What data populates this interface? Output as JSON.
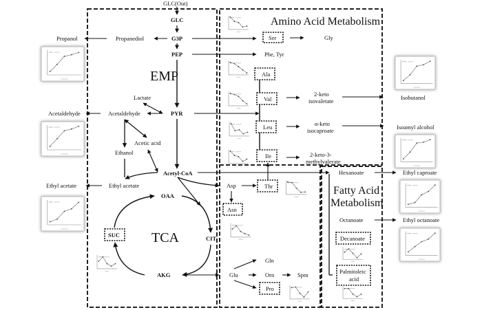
{
  "colors": {
    "ink": "#111111",
    "panel_border": "#222222",
    "mini_plot": "#888888",
    "shadow": "#bbbbbb",
    "background": "#ffffff"
  },
  "regions": {
    "emp": {
      "title": "EMP"
    },
    "tca": {
      "title": "TCA"
    },
    "amino": {
      "title": "Amino Acid Metabolism"
    },
    "fatty": {
      "title_line1": "Fatty Acid",
      "title_line2": "Metabolism"
    }
  },
  "nodes": {
    "glc_out": "GLC(Out)",
    "glc": "GLC",
    "g3p": "G3P",
    "pep": "PEP",
    "pyr": "PYR",
    "acetyl_coa": "Acetyl-CoA",
    "propanediol": "Propanediol",
    "propanol_out": "Propanol",
    "lactate": "Lactate",
    "acetaldehyde": "Acetaldehyde",
    "acetaldehyde_out": "Acetaldehyde",
    "acetic_acid": "Acetic acid",
    "ethanol": "Ethanol",
    "ethyl_acetate": "Ethyl acetate",
    "ethyl_acetate_out": "Ethyl acetate",
    "oaa": "OAA",
    "cit": "CIT",
    "akg": "AKG",
    "suc": "SUC",
    "ser": "Ser",
    "gly": "Gly",
    "phe_tyr": "Phe, Tyr",
    "ala": "Ala",
    "val": "Val",
    "leu": "Leu",
    "ile": "Ile",
    "keto_isoval_1": "2-keto",
    "keto_isoval_2": "isovaletate",
    "keto_isocap_1": "α-keto",
    "keto_isocap_2": "isocaproate",
    "keto_methyl_1": "2-keto-3-",
    "keto_methyl_2": "methylvalerate",
    "isobutanol": "Isobutanol",
    "isoamyl_alcohol": "Isoamyl alcohol",
    "asp": "Asp",
    "asn": "Asn",
    "thr": "Thr",
    "glu": "Glu",
    "gln": "Gln",
    "orn": "Orn",
    "spm": "Spm",
    "pro": "Pro",
    "hexanoate": "Hexanoate",
    "octanoate": "Octanoate",
    "decanoate": "Decanoate",
    "palmitoleic_1": "Palmitoleic",
    "palmitoleic_2": "acid",
    "ethyl_caproate": "Ethyl caproate",
    "ethyl_octanoate": "Ethyl octanoate"
  },
  "chart_data": [
    {
      "id": "propanol",
      "type": "line",
      "legend": "Propanol",
      "trend": "increasing",
      "values": [
        0.1,
        0.42,
        0.78,
        0.85,
        0.95
      ],
      "framed": true
    },
    {
      "id": "acetaldehyde",
      "type": "line",
      "legend": "Acetaldehyde",
      "trend": "increasing",
      "values": [
        0.1,
        0.45,
        0.8,
        0.88,
        1.0
      ],
      "framed": true
    },
    {
      "id": "ethyl_acetate",
      "type": "line",
      "legend": "Ethyl acetate",
      "trend": "increasing",
      "values": [
        0.08,
        0.2,
        0.55,
        0.66,
        0.95
      ],
      "framed": true
    },
    {
      "id": "isobutanol",
      "type": "line",
      "legend": "Isobutanol",
      "trend": "increasing",
      "values": [
        0.08,
        0.35,
        0.75,
        0.82,
        0.98
      ],
      "framed": true
    },
    {
      "id": "isoamyl_alcohol",
      "type": "line",
      "legend": "Isoamyl alcohol",
      "trend": "increasing",
      "values": [
        0.08,
        0.4,
        0.82,
        0.86,
        0.98
      ],
      "framed": true
    },
    {
      "id": "ethyl_caproate",
      "type": "line",
      "legend": "Ethyl caproate",
      "trend": "increasing",
      "values": [
        0.08,
        0.16,
        0.52,
        0.68,
        0.98
      ],
      "framed": true
    },
    {
      "id": "ethyl_octanoate",
      "type": "line",
      "legend": "Ethyl octanoate",
      "trend": "increasing",
      "values": [
        0.1,
        0.35,
        0.58,
        0.7,
        0.98
      ],
      "framed": true
    },
    {
      "id": "ser",
      "type": "line",
      "legend": "Ser",
      "trend": "decreasing",
      "values": [
        0.95,
        0.6,
        0.5,
        0.15,
        0.22
      ],
      "framed": false
    },
    {
      "id": "ala",
      "type": "line",
      "legend": "Ala",
      "trend": "decreasing",
      "values": [
        0.95,
        0.85,
        0.6,
        0.35,
        0.1
      ],
      "framed": false
    },
    {
      "id": "val",
      "type": "line",
      "legend": "Val",
      "trend": "decreasing",
      "values": [
        0.95,
        0.85,
        0.7,
        0.35,
        0.1
      ],
      "framed": false
    },
    {
      "id": "leu",
      "type": "line",
      "legend": "Leu",
      "trend": "decreasing",
      "values": [
        0.95,
        0.38,
        0.45,
        0.12,
        0.25
      ],
      "framed": false
    },
    {
      "id": "ile",
      "type": "line",
      "legend": "Ile",
      "trend": "decreasing",
      "values": [
        0.95,
        0.6,
        0.5,
        0.12,
        0.3
      ],
      "framed": false
    },
    {
      "id": "thr",
      "type": "line",
      "legend": "Thr",
      "trend": "decreasing",
      "values": [
        0.95,
        0.9,
        0.45,
        0.12,
        0.15
      ],
      "framed": false
    },
    {
      "id": "asn",
      "type": "line",
      "legend": "Asn",
      "trend": "decreasing",
      "values": [
        0.6,
        0.85,
        0.4,
        0.22,
        0.1
      ],
      "framed": false
    },
    {
      "id": "pro",
      "type": "line",
      "legend": "Pro",
      "trend": "mixed",
      "values": [
        0.85,
        0.9,
        0.4,
        0.1,
        0.5
      ],
      "framed": false
    },
    {
      "id": "suc",
      "type": "line",
      "legend": "SUC",
      "trend": "mixed",
      "values": [
        0.55,
        0.9,
        0.35,
        0.15,
        0.35
      ],
      "framed": false
    },
    {
      "id": "decanoate",
      "type": "line",
      "legend": "Decanoate",
      "trend": "mixed",
      "values": [
        0.6,
        0.9,
        0.5,
        0.1,
        0.45
      ],
      "framed": false
    },
    {
      "id": "palmitoleic",
      "type": "line",
      "legend": "Palmitoleic acid",
      "trend": "mixed",
      "values": [
        0.85,
        0.85,
        0.35,
        0.12,
        0.35
      ],
      "framed": false
    }
  ]
}
